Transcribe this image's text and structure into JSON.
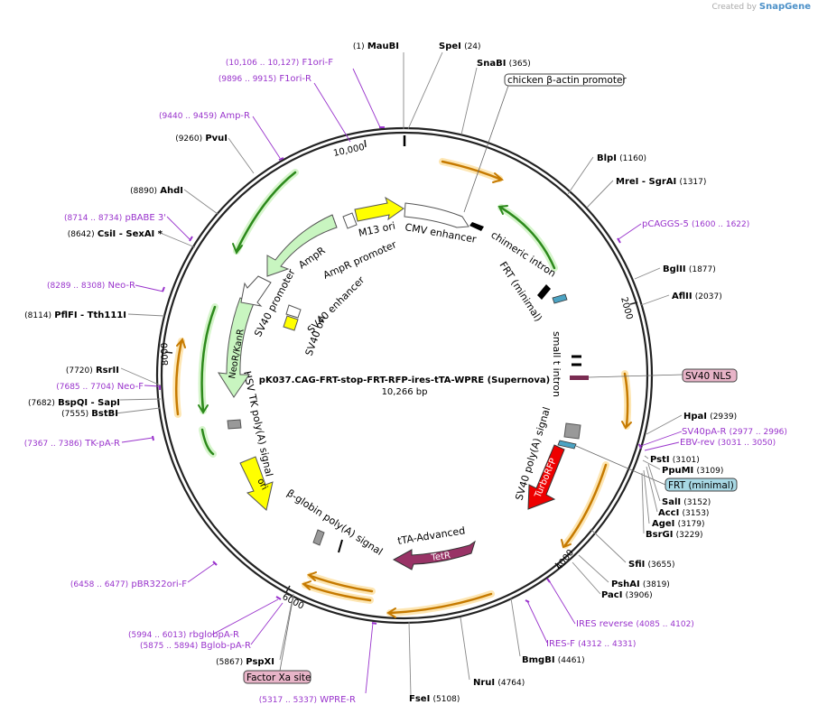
{
  "branding": {
    "created_by": "Created by",
    "app": "SnapGene"
  },
  "plasmid": {
    "name": "pK037.CAG-FRT-stop-FRT-RFP-ires-tTA-WPRE (Supernova)",
    "size_label": "10,266 bp",
    "total_bp": 10266
  },
  "colors": {
    "primer": "#9933cc",
    "ring": "#222222",
    "orange": "#f4a01a",
    "green": "#57b53a",
    "yellow": "#ffff00",
    "red": "#ee0000",
    "tetr": "#993366",
    "light_green": "#c8f5c0"
  },
  "ticks": [
    {
      "bp": 2000,
      "label": "2000"
    },
    {
      "bp": 4000,
      "label": "4000"
    },
    {
      "bp": 6000,
      "label": "6000"
    },
    {
      "bp": 8000,
      "label": "8000"
    },
    {
      "bp": 10000,
      "label": "10,000"
    }
  ],
  "sites": [
    {
      "name": "MauBI",
      "pos": "(1)",
      "side": "left"
    },
    {
      "name": "SpeI",
      "pos": "(24)",
      "side": "right"
    },
    {
      "name": "SnaBI",
      "pos": "(365)",
      "side": "right"
    },
    {
      "name": "BlpI",
      "pos": "(1160)",
      "side": "right"
    },
    {
      "name": "MreI - SgrAI",
      "pos": "(1317)",
      "side": "right"
    },
    {
      "name": "BglII",
      "pos": "(1877)",
      "side": "right"
    },
    {
      "name": "AflII",
      "pos": "(2037)",
      "side": "right"
    },
    {
      "name": "HpaI",
      "pos": "(2939)",
      "side": "right"
    },
    {
      "name": "PstI",
      "pos": "(3101)",
      "side": "right"
    },
    {
      "name": "PpuMI",
      "pos": "(3109)",
      "side": "right"
    },
    {
      "name": "SalI",
      "pos": "(3152)",
      "side": "right"
    },
    {
      "name": "AccI",
      "pos": "(3153)",
      "side": "right"
    },
    {
      "name": "AgeI",
      "pos": "(3179)",
      "side": "right"
    },
    {
      "name": "BsrGI",
      "pos": "(3229)",
      "side": "right"
    },
    {
      "name": "SfiI",
      "pos": "(3655)",
      "side": "right"
    },
    {
      "name": "PshAI",
      "pos": "(3819)",
      "side": "right"
    },
    {
      "name": "PacI",
      "pos": "(3906)",
      "side": "right"
    },
    {
      "name": "BmgBI",
      "pos": "(4461)",
      "side": "right"
    },
    {
      "name": "NruI",
      "pos": "(4764)",
      "side": "right"
    },
    {
      "name": "FseI",
      "pos": "(5108)",
      "side": "right"
    },
    {
      "name": "PspXI",
      "pos": "(5867)",
      "side": "left"
    },
    {
      "name": "BstBI",
      "pos": "(7555)",
      "side": "left"
    },
    {
      "name": "BspQI - SapI",
      "pos": "(7682)",
      "side": "left"
    },
    {
      "name": "RsrII",
      "pos": "(7720)",
      "side": "left"
    },
    {
      "name": "PflFI - Tth111I",
      "pos": "(8114)",
      "side": "left"
    },
    {
      "name": "CsiI - SexAI *",
      "pos": "(8642)",
      "side": "left"
    },
    {
      "name": "AhdI",
      "pos": "(8890)",
      "side": "left"
    },
    {
      "name": "PvuI",
      "pos": "(9260)",
      "side": "left"
    }
  ],
  "primers": [
    {
      "name": "F1ori-F",
      "range": "(10,106 .. 10,127)",
      "side": "left"
    },
    {
      "name": "F1ori-R",
      "range": "(9896 .. 9915)",
      "side": "left"
    },
    {
      "name": "Amp-R",
      "range": "(9440 .. 9459)",
      "side": "left"
    },
    {
      "name": "pBABE 3'",
      "range": "(8714 .. 8734)",
      "side": "left"
    },
    {
      "name": "Neo-R",
      "range": "(8289 .. 8308)",
      "side": "left"
    },
    {
      "name": "Neo-F",
      "range": "(7685 .. 7704)",
      "side": "left"
    },
    {
      "name": "TK-pA-R",
      "range": "(7367 .. 7386)",
      "side": "left"
    },
    {
      "name": "pBR322ori-F",
      "range": "(6458 .. 6477)",
      "side": "left"
    },
    {
      "name": "rbglobpA-R",
      "range": "(5994 .. 6013)",
      "side": "left"
    },
    {
      "name": "Bglob-pA-R",
      "range": "(5875 .. 5894)",
      "side": "left"
    },
    {
      "name": "WPRE-R",
      "range": "(5317 .. 5337)",
      "side": "left"
    },
    {
      "name": "pCAGGS-5",
      "range": "(1600 .. 1622)",
      "side": "right"
    },
    {
      "name": "SV40pA-R",
      "range": "(2977 .. 2996)",
      "side": "right"
    },
    {
      "name": "EBV-rev",
      "range": "(3031 .. 3050)",
      "side": "right"
    },
    {
      "name": "IRES reverse",
      "range": "(4085 .. 4102)",
      "side": "right"
    },
    {
      "name": "IRES-F",
      "range": "(4312 .. 4331)",
      "side": "right"
    }
  ],
  "boxed_labels": {
    "chicken_actin": "chicken β-actin promoter",
    "sv40_nls": "SV40 NLS",
    "frt_minimal": "FRT (minimal)",
    "factor_xa": "Factor Xa site"
  },
  "features": {
    "cmv_enhancer": "CMV enhancer",
    "chimeric_intron": "chimeric intron",
    "frt_minimal": "FRT (minimal)",
    "small_t_intron": "small t intron",
    "sv40_polya": "SV40 poly(A) signal",
    "turborfp": "TurboRFP",
    "tta_advanced": "tTA-Advanced",
    "tetr": "TetR",
    "beta_globin": "β-globin poly(A) signal",
    "ori": "ori",
    "hsv_tk": "HSV TK poly(A) signal",
    "neokanr": "NeoR/KanR",
    "sv40_promoter": "SV40 promoter",
    "sv40_ori": "SV40 ori",
    "sv40_enhancer": "SV40 enhancer",
    "ampr": "AmpR",
    "ampr_promoter": "AmpR promoter",
    "m13_ori": "M13 ori"
  }
}
